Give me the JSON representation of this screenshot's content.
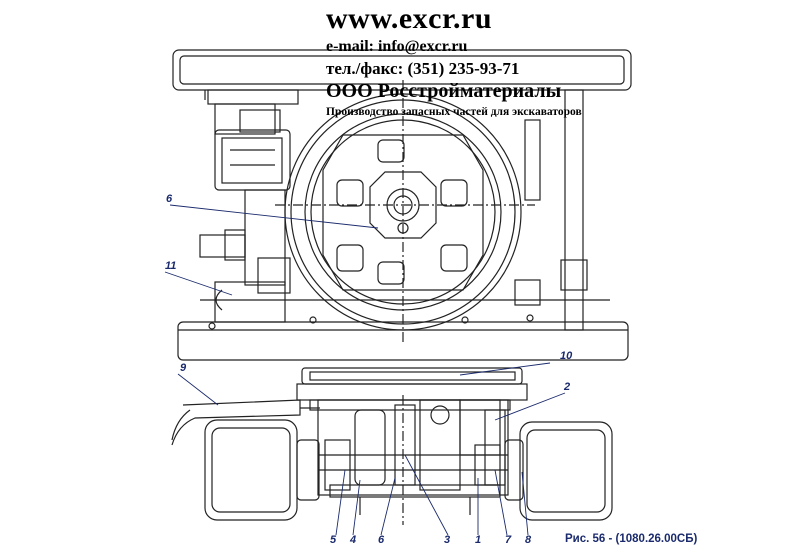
{
  "header": {
    "website": "www.excr.ru",
    "email": "e-mail: info@excr.ru",
    "phone": "тел./факс: (351) 235-93-71",
    "company": "ООО Росстройматериалы",
    "tagline": "Производство запасных частей для экскаваторов"
  },
  "callouts": [
    "6",
    "11",
    "10",
    "9",
    "2",
    "5",
    "4",
    "6",
    "3",
    "1",
    "7",
    "8"
  ],
  "caption": "Рис. 56 - (1080.26.00СБ)",
  "colors": {
    "line": "#222222",
    "label": "#1a2a6c"
  }
}
